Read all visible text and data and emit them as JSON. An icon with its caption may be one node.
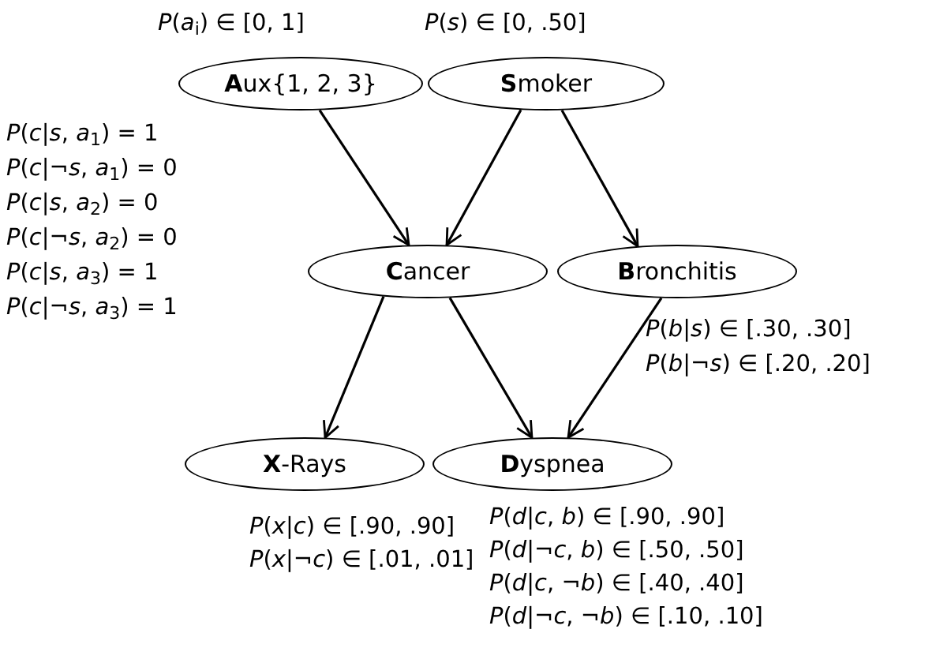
{
  "diagram": {
    "nodes": [
      {
        "text": [
          "**A**ux{1, 2, 3}"
        ],
        "beside": [
          "*P*(*a*$_{i}$) ∈ [0, 1]"
        ]
      },
      {
        "text": [
          "**S**moker"
        ],
        "beside": [
          "*P*(*s*) ∈ [0, .50]"
        ]
      },
      {
        "text": [
          "**C**ancer"
        ],
        "beside": [
          "*P*(*c*|*s*, *a*$_{1}$) = 1",
          "*P*(*c*|¬*s*, *a*$_{1}$) = 0",
          "*P*(*c*|*s*, *a*$_{2}$) = 0",
          "*P*(*c*|¬*s*, *a*$_{2}$) = 0",
          "*P*(*c*|*s*, *a*$_{3}$) = 1",
          "*P*(*c*|¬*s*, *a*$_{3}$) = 1"
        ]
      },
      {
        "text": [
          "**B**ronchitis"
        ],
        "beside": [
          "*P*(*b*|*s*) ∈ [.30, .30]",
          "*P*(*b*|¬*s*) ∈ [.20, .20]"
        ]
      },
      {
        "text": [
          "**X**-Rays"
        ],
        "beside": [
          "*P*(*x*|*c*) ∈ [.90, .90]",
          "*P*(*x*|¬*c*) ∈ [.01, .01]"
        ]
      },
      {
        "text": [
          "**D**yspnea"
        ],
        "beside": [
          "*P*(*d*|*c*, *b*) ∈ [.90, .90]",
          "*P*(*d*|¬*c*, *b*) ∈ [.50, .50]",
          "*P*(*d*|*c*, ¬*b*) ∈ [.40, .40]",
          "*P*(*d*|¬*c*, ¬*b*) ∈ [.10, .10]"
        ]
      }
    ],
    "edges": [
      {
        "from": 0,
        "to": 2,
        "arrow": "to"
      },
      {
        "from": 1,
        "to": 2,
        "arrow": "to"
      },
      {
        "from": 1,
        "to": 3,
        "arrow": "to"
      },
      {
        "from": 2,
        "to": 4,
        "arrow": "to"
      },
      {
        "from": 2,
        "to": 5,
        "arrow": "to"
      },
      {
        "from": 3,
        "to": 5,
        "arrow": "to"
      }
    ]
  }
}
